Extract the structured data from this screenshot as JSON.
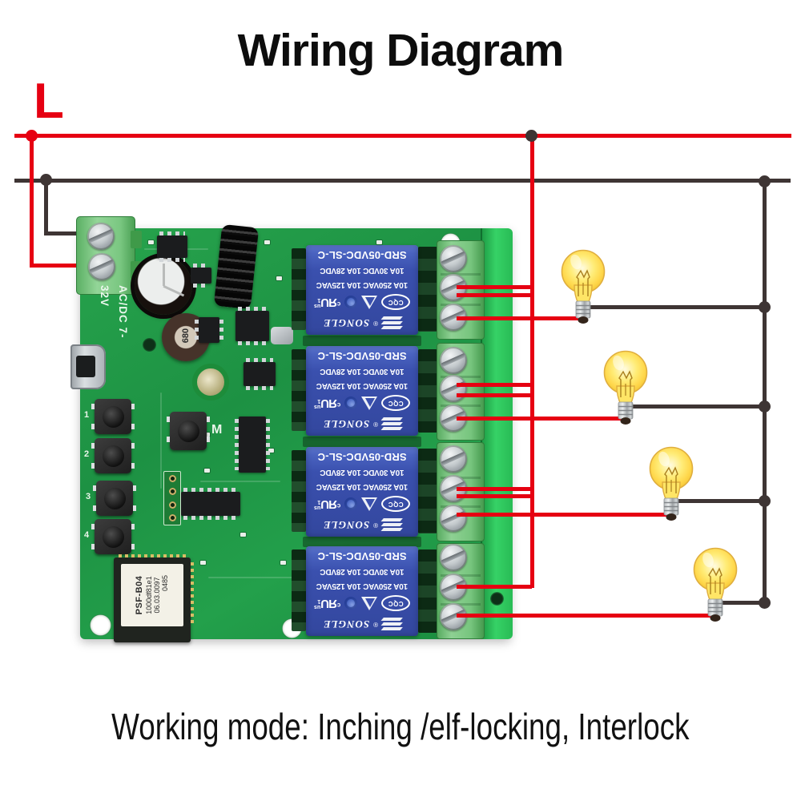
{
  "title": "Wiring Diagram",
  "line_label": "L",
  "caption": "Working mode: Inching /elf-locking, Interlock",
  "colors": {
    "accent_red": "#e60012",
    "wire_dark": "#3e3534",
    "pcb_green": "#1f9c46",
    "pcb_edge_green": "#36d266",
    "terminal_green": "#77c57e",
    "relay_blue": "#3a50ae",
    "bulb_yellow": "#ffd84d"
  },
  "board": {
    "power_label_ac": "AC/DC",
    "power_label_v": "7-32V",
    "inductor_label": "680",
    "button_labels": [
      "1",
      "2",
      "3",
      "4"
    ],
    "mode_button_label": "M",
    "module_lines": [
      "PSF-B04",
      "1000df81e1",
      "06.03.0097",
      "0485"
    ]
  },
  "relay": {
    "brand": "SONGLE",
    "reg": "®",
    "ul_c": "c",
    "ul_ru": "ЯU",
    "ul_us": "us",
    "ul_1": "1",
    "cqc": "CQC",
    "rating_ac": "10A 250VAC  10A 125VAC",
    "rating_dc": "10A 30VDC  10A 28VDC",
    "model": "SRD-05VDC-SL-C"
  }
}
